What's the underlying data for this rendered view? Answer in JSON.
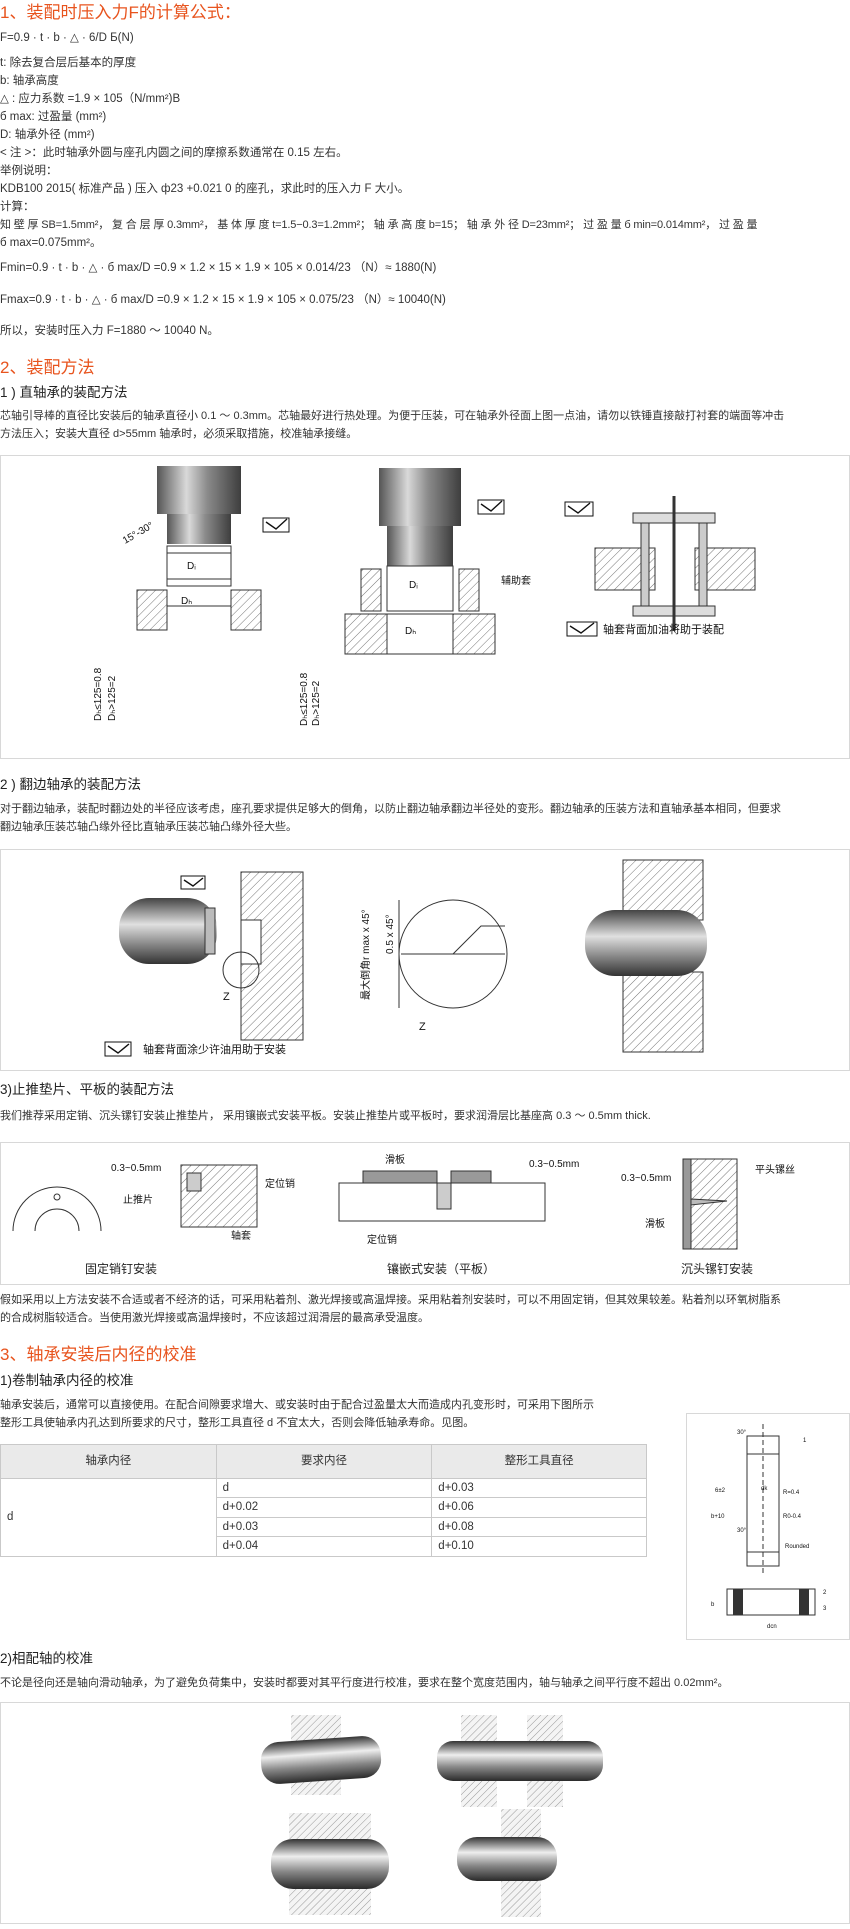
{
  "sec1": {
    "title": "1、装配时压入力F的计算公式：",
    "formula": "F=0.9 · t · b · △ · 6/D Б(N)",
    "defs": [
      "t: 除去复合层后基本的厚度",
      "b: 轴承高度",
      "△ : 应力系数 =1.9 × 105（N/mm²)B",
      "б max: 过盈量 (mm²)",
      "D: 轴承外径 (mm²)",
      "< 注 >：此时轴承外圆与座孔内圆之间的摩擦系数通常在 0.15 左右。",
      "举例说明：",
      "KDB100 2015( 标准产品 ) 压入 ф23 +0.021 0  的座孔，求此时的压入力 F 大小。",
      "计算："
    ],
    "calc_line1": "知 壁 厚 SB=1.5mm²， 复 合 层 厚 0.3mm²， 基 体 厚 度 t=1.5−0.3=1.2mm²； 轴 承 高 度 b=15； 轴 承 外 径 D=23mm²； 过 盈 量 б min=0.014mm²， 过 盈 量",
    "calc_line2": "б max=0.075mm²。",
    "fmin": "Fmin=0.9  ·  t  ·  b  ·  △  ·   б max/D   =0.9 × 1.2 × 15 × 1.9 × 105 ×  0.014/23 （N）≈ 1880(N)",
    "fmax": "Fmax=0.9  ·  t  ·  b  ·  △  ·   б max/D   =0.9 × 1.2 × 15 × 1.9 × 105 ×  0.075/23 （N）≈ 10040(N)",
    "result": "所以，安装时压入力 F=1880 ～ 10040 N。"
  },
  "sec2": {
    "title": "2、装配方法",
    "s1_title": "1 ) 直轴承的装配方法",
    "s1_text1": "芯轴引导棒的直径比安装后的轴承直径小 0.1 ～ 0.3mm。芯轴最好进行热处理。为便于压装，可在轴承外径面上图一点油，请勿以铁锤直接敲打衬套的端面等冲击",
    "s1_text2": "方法压入；安装大直径 d>55mm 轴承时，必须采取措施，校准轴承接缝。",
    "fig1": {
      "angle": "15°-30°",
      "di": "Dᵢ",
      "dh": "Dₕ",
      "dim1": "Dₕ≤125=0.8",
      "dim2": "Dₕ>125=2",
      "aux": "辅助套",
      "legend": "轴套背面加油将助于装配"
    },
    "s2_title": "2 ) 翻边轴承的装配方法",
    "s2_text1": "对于翻边轴承，装配时翻边处的半径应该考虑，座孔要求提供足够大的倒角，以防止翻边轴承翻边半径处的变形。翻边轴承的压装方法和直轴承基本相同，但要求",
    "s2_text2": "翻边轴承压装芯轴凸缘外径比直轴承压装芯轴凸缘外径大些。",
    "fig2": {
      "z1": "Z",
      "z2": "Z",
      "chamfer": "0.5 x 45°",
      "maxr": "最大倒角r max x 45°",
      "legend": "轴套背面涂少许油用助于安装"
    },
    "s3_title": "3)止推垫片、平板的装配方法",
    "s3_text": "我们推荐采用定销、沉头镙钉安装止推垫片， 采用镶嵌式安装平板。安装止推垫片或平板时，要求润滑层比基座高 0.3 ～ 0.5mm thick.",
    "fig3": {
      "gap1": "0.3~0.5mm",
      "washer": "止推片",
      "pin": "定位销",
      "sleeve": "轴套",
      "cap1": "固定销钉安装",
      "slide": "滑板",
      "gap2": "0.3~0.5mm",
      "pin2": "定位销",
      "cap2": "镶嵌式安装（平板）",
      "gap3": "0.3~0.5mm",
      "screw": "平头镙丝",
      "slide2": "滑板",
      "cap3": "沉头镙钉安装"
    },
    "after1": "假如采用以上方法安装不合适或者不经济的话，可采用粘着剂、激光焊接或高温焊接。采用粘着剂安装时，可以不用固定销，但其效果较差。粘着剂以环氧树脂系",
    "after2": "的合成树脂较适合。当使用激光焊接或高温焊接时，不应该超过润滑层的最高承受温度。"
  },
  "sec3": {
    "title": "3、轴承安装后内径的校准",
    "s1_title": "1)卷制轴承内径的校准",
    "s1_text1": "轴承安装后，通常可以直接使用。在配合间隙要求增大、或安装时由于配合过盈量太大而造成内孔变形时，可采用下图所示",
    "s1_text2": "整形工具使轴承内孔达到所要求的尺寸，整形工具直径 d 不宜太大，否则会降低轴承寿命。见图。",
    "table": {
      "headers": [
        "轴承内径",
        "要求内径",
        "整形工具直径"
      ],
      "row_label": "d",
      "rows": [
        [
          "d",
          "d+0.03"
        ],
        [
          "d+0.02",
          "d+0.06"
        ],
        [
          "d+0.03",
          "d+0.08"
        ],
        [
          "d+0.04",
          "d+0.10"
        ]
      ]
    },
    "fig4": {
      "a1": "30°",
      "a2": "30°",
      "r1": "R=0.4",
      "r2": "R0-0.4",
      "bp": "6±2",
      "b10": "b+10",
      "dk": "dk",
      "n1": "1",
      "n2": "2",
      "n3": "3",
      "rounded": "Rounded",
      "b": "b",
      "dcn": "dcn"
    },
    "s2_title": "2)相配轴的校准",
    "s2_text": "不论是径向还是轴向滑动轴承，为了避免负荷集中，安装时都要对其平行度进行校准，要求在整个宽度范围内，轴与轴承之间平行度不超出 0.02mm²。"
  },
  "colors": {
    "accent": "#e8541e",
    "border": "#d8d8d8",
    "table_head": "#eaeaea"
  }
}
